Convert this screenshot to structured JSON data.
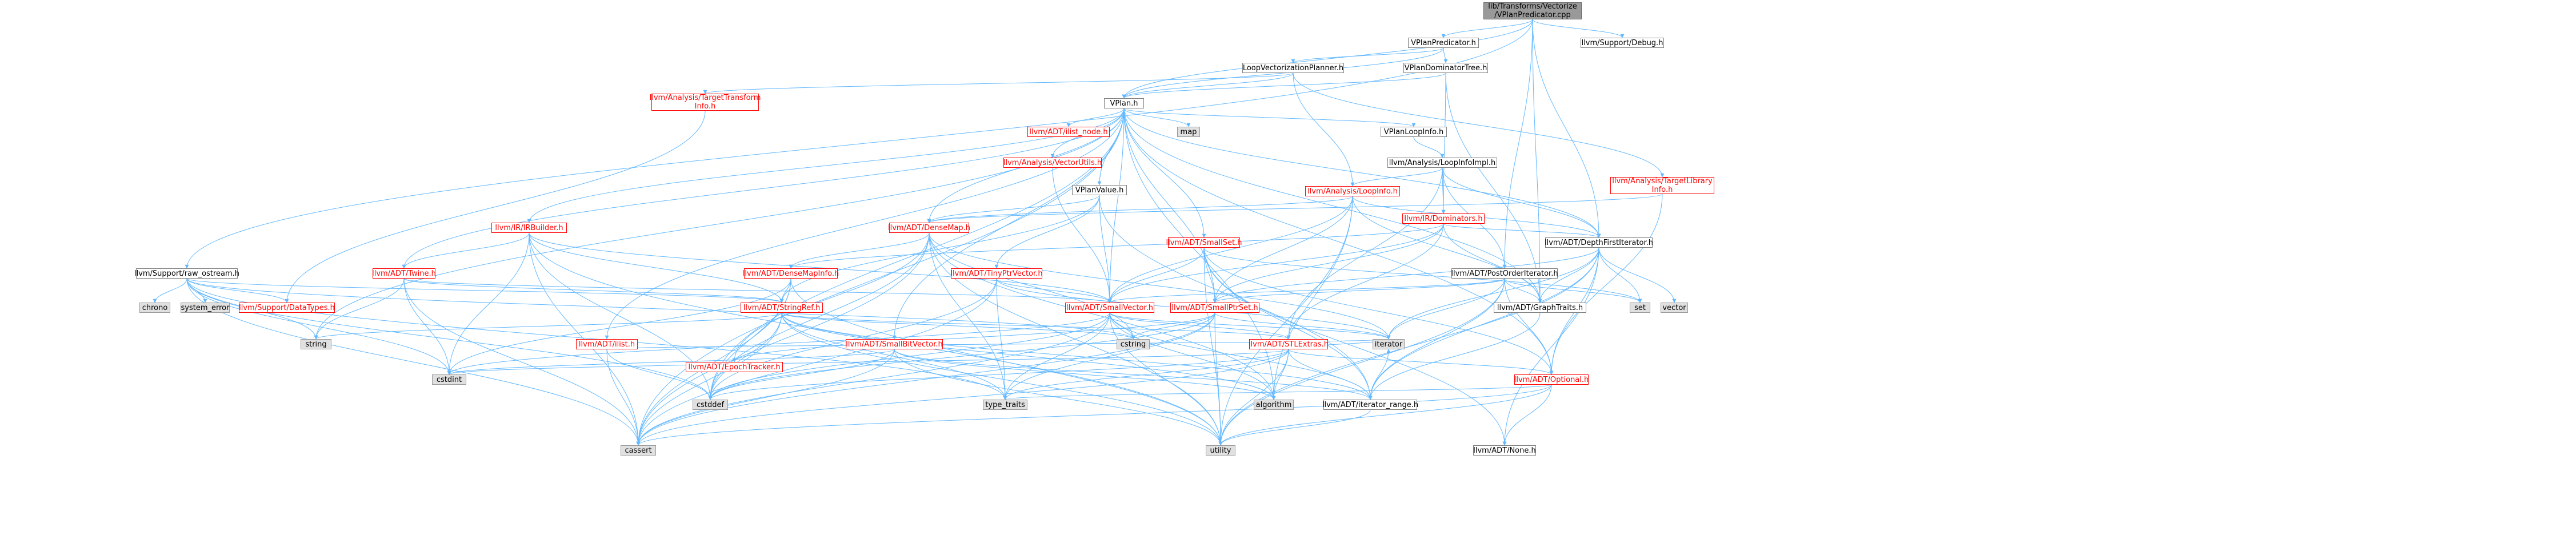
{
  "colors": {
    "edge": "#63b8ff",
    "link_text": "#ff0000",
    "node_border": "#7f7f7f",
    "system_fill": "#e0e0e0",
    "root_fill": "#999999"
  },
  "nodes": {
    "root": {
      "label": "lib/Transforms/Vectorize\n/VPlanPredicator.cpp",
      "kind": "root"
    },
    "vplanpredicator_h": {
      "label": "VPlanPredicator.h",
      "kind": "file"
    },
    "support_debug": {
      "label": "llvm/Support/Debug.h",
      "kind": "file"
    },
    "loopvect_planner": {
      "label": "LoopVectorizationPlanner.h",
      "kind": "file"
    },
    "vplan_domtree": {
      "label": "VPlanDominatorTree.h",
      "kind": "file"
    },
    "target_transform": {
      "label": "llvm/Analysis/TargetTransform\nInfo.h",
      "kind": "red"
    },
    "vplan_h": {
      "label": "VPlan.h",
      "kind": "file"
    },
    "ilist_node": {
      "label": "llvm/ADT/ilist_node.h",
      "kind": "red"
    },
    "map": {
      "label": "map",
      "kind": "sys"
    },
    "vplanloopinfo": {
      "label": "VPlanLoopInfo.h",
      "kind": "file"
    },
    "loopinfoimpl": {
      "label": "llvm/Analysis/LoopInfoImpl.h",
      "kind": "file"
    },
    "vectorutils": {
      "label": "llvm/Analysis/VectorUtils.h",
      "kind": "red"
    },
    "vplanvalue": {
      "label": "VPlanValue.h",
      "kind": "file"
    },
    "target_library": {
      "label": "llvm/Analysis/TargetLibrary\nInfo.h",
      "kind": "red"
    },
    "loopinfo": {
      "label": "llvm/Analysis/LoopInfo.h",
      "kind": "red"
    },
    "dominators": {
      "label": "llvm/IR/Dominators.h",
      "kind": "red"
    },
    "irbuilder": {
      "label": "llvm/IR/IRBuilder.h",
      "kind": "red"
    },
    "densemap": {
      "label": "llvm/ADT/DenseMap.h",
      "kind": "red"
    },
    "smallset": {
      "label": "llvm/ADT/SmallSet.h",
      "kind": "red"
    },
    "raw_ostream": {
      "label": "llvm/Support/raw_ostream.h",
      "kind": "file"
    },
    "twine": {
      "label": "llvm/ADT/Twine.h",
      "kind": "red"
    },
    "densemapinfo": {
      "label": "llvm/ADT/DenseMapInfo.h",
      "kind": "red"
    },
    "tinyptrvector": {
      "label": "llvm/ADT/TinyPtrVector.h",
      "kind": "red"
    },
    "depthfirst": {
      "label": "llvm/ADT/DepthFirstIterator.h",
      "kind": "file"
    },
    "postorder": {
      "label": "llvm/ADT/PostOrderIterator.h",
      "kind": "file"
    },
    "chrono": {
      "label": "chrono",
      "kind": "sys"
    },
    "system_error": {
      "label": "system_error",
      "kind": "sys"
    },
    "datatypes": {
      "label": "llvm/Support/DataTypes.h",
      "kind": "red"
    },
    "stringref": {
      "label": "llvm/ADT/StringRef.h",
      "kind": "red"
    },
    "smallvector": {
      "label": "llvm/ADT/SmallVector.h",
      "kind": "red"
    },
    "smallptrset": {
      "label": "llvm/ADT/SmallPtrSet.h",
      "kind": "red"
    },
    "graphtraits": {
      "label": "llvm/ADT/GraphTraits.h",
      "kind": "file"
    },
    "set": {
      "label": "set",
      "kind": "sys"
    },
    "vector": {
      "label": "vector",
      "kind": "sys"
    },
    "string": {
      "label": "string",
      "kind": "sys"
    },
    "ilist": {
      "label": "llvm/ADT/ilist.h",
      "kind": "red"
    },
    "smallbitvector": {
      "label": "llvm/ADT/SmallBitVector.h",
      "kind": "red"
    },
    "epochtracker": {
      "label": "llvm/ADT/EpochTracker.h",
      "kind": "red"
    },
    "cstring": {
      "label": "cstring",
      "kind": "sys"
    },
    "stlextras": {
      "label": "llvm/ADT/STLExtras.h",
      "kind": "red"
    },
    "iterator": {
      "label": "iterator",
      "kind": "sys"
    },
    "optional": {
      "label": "llvm/ADT/Optional.h",
      "kind": "red"
    },
    "cstdint": {
      "label": "cstdint",
      "kind": "sys"
    },
    "cstddef": {
      "label": "cstddef",
      "kind": "sys"
    },
    "type_traits": {
      "label": "type_traits",
      "kind": "sys"
    },
    "algorithm": {
      "label": "algorithm",
      "kind": "sys"
    },
    "iterator_range": {
      "label": "llvm/ADT/iterator_range.h",
      "kind": "file"
    },
    "cassert": {
      "label": "cassert",
      "kind": "sys"
    },
    "utility": {
      "label": "utility",
      "kind": "sys"
    },
    "none": {
      "label": "llvm/ADT/None.h",
      "kind": "file"
    }
  },
  "edges": [
    [
      "root",
      "vplanpredicator_h"
    ],
    [
      "root",
      "support_debug"
    ],
    [
      "root",
      "vplan_h"
    ],
    [
      "root",
      "raw_ostream"
    ],
    [
      "root",
      "depthfirst"
    ],
    [
      "root",
      "graphtraits"
    ],
    [
      "root",
      "postorder"
    ],
    [
      "vplanpredicator_h",
      "loopvect_planner"
    ],
    [
      "vplanpredicator_h",
      "vplan_domtree"
    ],
    [
      "vplanpredicator_h",
      "vplan_h"
    ],
    [
      "loopvect_planner",
      "vplan_h"
    ],
    [
      "loopvect_planner",
      "target_transform"
    ],
    [
      "loopvect_planner",
      "loopinfo"
    ],
    [
      "loopvect_planner",
      "target_library"
    ],
    [
      "vplan_domtree",
      "vplan_h"
    ],
    [
      "vplan_domtree",
      "dominators"
    ],
    [
      "vplan_domtree",
      "graphtraits"
    ],
    [
      "target_transform",
      "datatypes"
    ],
    [
      "vplan_h",
      "ilist_node"
    ],
    [
      "vplan_h",
      "map"
    ],
    [
      "vplan_h",
      "vplanloopinfo"
    ],
    [
      "vplan_h",
      "vectorutils"
    ],
    [
      "vplan_h",
      "vplanvalue"
    ],
    [
      "vplan_h",
      "irbuilder"
    ],
    [
      "vplan_h",
      "densemap"
    ],
    [
      "vplan_h",
      "smallset"
    ],
    [
      "vplan_h",
      "twine"
    ],
    [
      "vplan_h",
      "smallvector"
    ],
    [
      "vplan_h",
      "smallptrset"
    ],
    [
      "vplan_h",
      "graphtraits"
    ],
    [
      "vplan_h",
      "depthfirst"
    ],
    [
      "vplan_h",
      "ilist"
    ],
    [
      "vplan_h",
      "smallbitvector"
    ],
    [
      "vplan_h",
      "optional"
    ],
    [
      "vplan_h",
      "cassert"
    ],
    [
      "vplan_h",
      "algorithm"
    ],
    [
      "vplan_h",
      "cstddef"
    ],
    [
      "vplan_h",
      "string"
    ],
    [
      "vplanloopinfo",
      "loopinfoimpl"
    ],
    [
      "loopinfoimpl",
      "loopinfo"
    ],
    [
      "loopinfoimpl",
      "dominators"
    ],
    [
      "loopinfoimpl",
      "depthfirst"
    ],
    [
      "loopinfoimpl",
      "postorder"
    ],
    [
      "loopinfoimpl",
      "stlextras"
    ],
    [
      "vectorutils",
      "smallvector"
    ],
    [
      "vplanvalue",
      "densemap"
    ],
    [
      "vplanvalue",
      "tinyptrvector"
    ],
    [
      "vplanvalue",
      "smallvector"
    ],
    [
      "vplanvalue",
      "stringref"
    ],
    [
      "vplanvalue",
      "iterator_range"
    ],
    [
      "target_library",
      "densemap"
    ],
    [
      "target_library",
      "optional"
    ],
    [
      "loopinfo",
      "densemap"
    ],
    [
      "loopinfo",
      "depthfirst"
    ],
    [
      "loopinfo",
      "graphtraits"
    ],
    [
      "loopinfo",
      "smallptrset"
    ],
    [
      "loopinfo",
      "smallvector"
    ],
    [
      "loopinfo",
      "algorithm"
    ],
    [
      "loopinfo",
      "utility"
    ],
    [
      "dominators",
      "densemapinfo"
    ],
    [
      "dominators",
      "depthfirst"
    ],
    [
      "dominators",
      "graphtraits"
    ],
    [
      "dominators",
      "smallptrset"
    ],
    [
      "dominators",
      "smallvector"
    ],
    [
      "dominators",
      "stlextras"
    ],
    [
      "irbuilder",
      "twine"
    ],
    [
      "irbuilder",
      "stringref"
    ],
    [
      "irbuilder",
      "cstddef"
    ],
    [
      "irbuilder",
      "cstdint"
    ],
    [
      "irbuilder",
      "cassert"
    ],
    [
      "irbuilder",
      "utility"
    ],
    [
      "irbuilder",
      "smallvector"
    ],
    [
      "densemap",
      "densemapinfo"
    ],
    [
      "densemap",
      "epochtracker"
    ],
    [
      "densemap",
      "algorithm"
    ],
    [
      "densemap",
      "cassert"
    ],
    [
      "densemap",
      "cstddef"
    ],
    [
      "densemap",
      "cstring"
    ],
    [
      "densemap",
      "iterator"
    ],
    [
      "densemap",
      "type_traits"
    ],
    [
      "densemap",
      "utility"
    ],
    [
      "smallset",
      "smallptrset"
    ],
    [
      "smallset",
      "smallvector"
    ],
    [
      "smallset",
      "iterator_range"
    ],
    [
      "smallset",
      "set"
    ],
    [
      "smallset",
      "utility"
    ],
    [
      "smallset",
      "none"
    ],
    [
      "smallset",
      "optional"
    ],
    [
      "raw_ostream",
      "stringref"
    ],
    [
      "raw_ostream",
      "datatypes"
    ],
    [
      "raw_ostream",
      "chrono"
    ],
    [
      "raw_ostream",
      "system_error"
    ],
    [
      "raw_ostream",
      "string"
    ],
    [
      "raw_ostream",
      "cassert"
    ],
    [
      "raw_ostream",
      "cstddef"
    ],
    [
      "raw_ostream",
      "cstdint"
    ],
    [
      "raw_ostream",
      "cstring"
    ],
    [
      "raw_ostream",
      "type_traits"
    ],
    [
      "twine",
      "smallvector"
    ],
    [
      "twine",
      "stringref"
    ],
    [
      "twine",
      "cassert"
    ],
    [
      "twine",
      "cstdint"
    ],
    [
      "twine",
      "string"
    ],
    [
      "densemapinfo",
      "cassert"
    ],
    [
      "densemapinfo",
      "cstddef"
    ],
    [
      "densemapinfo",
      "cstdint"
    ],
    [
      "densemapinfo",
      "utility"
    ],
    [
      "densemapinfo",
      "stringref"
    ],
    [
      "tinyptrvector",
      "smallvector"
    ],
    [
      "tinyptrvector",
      "cassert"
    ],
    [
      "tinyptrvector",
      "cstddef"
    ],
    [
      "tinyptrvector",
      "iterator"
    ],
    [
      "tinyptrvector",
      "type_traits"
    ],
    [
      "depthfirst",
      "graphtraits"
    ],
    [
      "depthfirst",
      "none"
    ],
    [
      "depthfirst",
      "optional"
    ],
    [
      "depthfirst",
      "smallptrset"
    ],
    [
      "depthfirst",
      "iterator_range"
    ],
    [
      "depthfirst",
      "iterator"
    ],
    [
      "depthfirst",
      "set"
    ],
    [
      "depthfirst",
      "utility"
    ],
    [
      "depthfirst",
      "vector"
    ],
    [
      "postorder",
      "graphtraits"
    ],
    [
      "postorder",
      "iterator_range"
    ],
    [
      "postorder",
      "smallptrset"
    ],
    [
      "postorder",
      "optional"
    ],
    [
      "postorder",
      "set"
    ],
    [
      "postorder",
      "iterator"
    ],
    [
      "postorder",
      "utility"
    ],
    [
      "postorder",
      "smallvector"
    ],
    [
      "stringref",
      "stlextras"
    ],
    [
      "stringref",
      "iterator_range"
    ],
    [
      "stringref",
      "algorithm"
    ],
    [
      "stringref",
      "cassert"
    ],
    [
      "stringref",
      "cstddef"
    ],
    [
      "stringref",
      "cstring"
    ],
    [
      "stringref",
      "string"
    ],
    [
      "stringref",
      "type_traits"
    ],
    [
      "stringref",
      "utility"
    ],
    [
      "smallvector",
      "iterator_range"
    ],
    [
      "smallvector",
      "algorithm"
    ],
    [
      "smallvector",
      "cassert"
    ],
    [
      "smallvector",
      "cstddef"
    ],
    [
      "smallvector",
      "cstring"
    ],
    [
      "smallvector",
      "iterator"
    ],
    [
      "smallvector",
      "type_traits"
    ],
    [
      "smallvector",
      "utility"
    ],
    [
      "smallvector",
      "cstdint"
    ],
    [
      "smallvector",
      "stlextras"
    ],
    [
      "smallptrset",
      "epochtracker"
    ],
    [
      "smallptrset",
      "cassert"
    ],
    [
      "smallptrset",
      "cstddef"
    ],
    [
      "smallptrset",
      "cstring"
    ],
    [
      "smallptrset",
      "iterator"
    ],
    [
      "smallptrset",
      "utility"
    ],
    [
      "smallptrset",
      "type_traits"
    ],
    [
      "graphtraits",
      "iterator_range"
    ],
    [
      "ilist",
      "cassert"
    ],
    [
      "ilist",
      "cstddef"
    ],
    [
      "ilist",
      "iterator"
    ],
    [
      "smallbitvector",
      "algorithm"
    ],
    [
      "smallbitvector",
      "cassert"
    ],
    [
      "smallbitvector",
      "cstddef"
    ],
    [
      "smallbitvector",
      "cstdint"
    ],
    [
      "smallbitvector",
      "utility"
    ],
    [
      "smallbitvector",
      "iterator_range"
    ],
    [
      "stlextras",
      "optional"
    ],
    [
      "stlextras",
      "iterator"
    ],
    [
      "stlextras",
      "iterator_range"
    ],
    [
      "stlextras",
      "algorithm"
    ],
    [
      "stlextras",
      "cassert"
    ],
    [
      "stlextras",
      "cstddef"
    ],
    [
      "stlextras",
      "cstdint"
    ],
    [
      "stlextras",
      "type_traits"
    ],
    [
      "stlextras",
      "utility"
    ],
    [
      "optional",
      "none"
    ],
    [
      "optional",
      "cassert"
    ],
    [
      "optional",
      "utility"
    ],
    [
      "optional",
      "type_traits"
    ],
    [
      "iterator_range",
      "utility"
    ],
    [
      "iterator_range",
      "iterator"
    ]
  ]
}
